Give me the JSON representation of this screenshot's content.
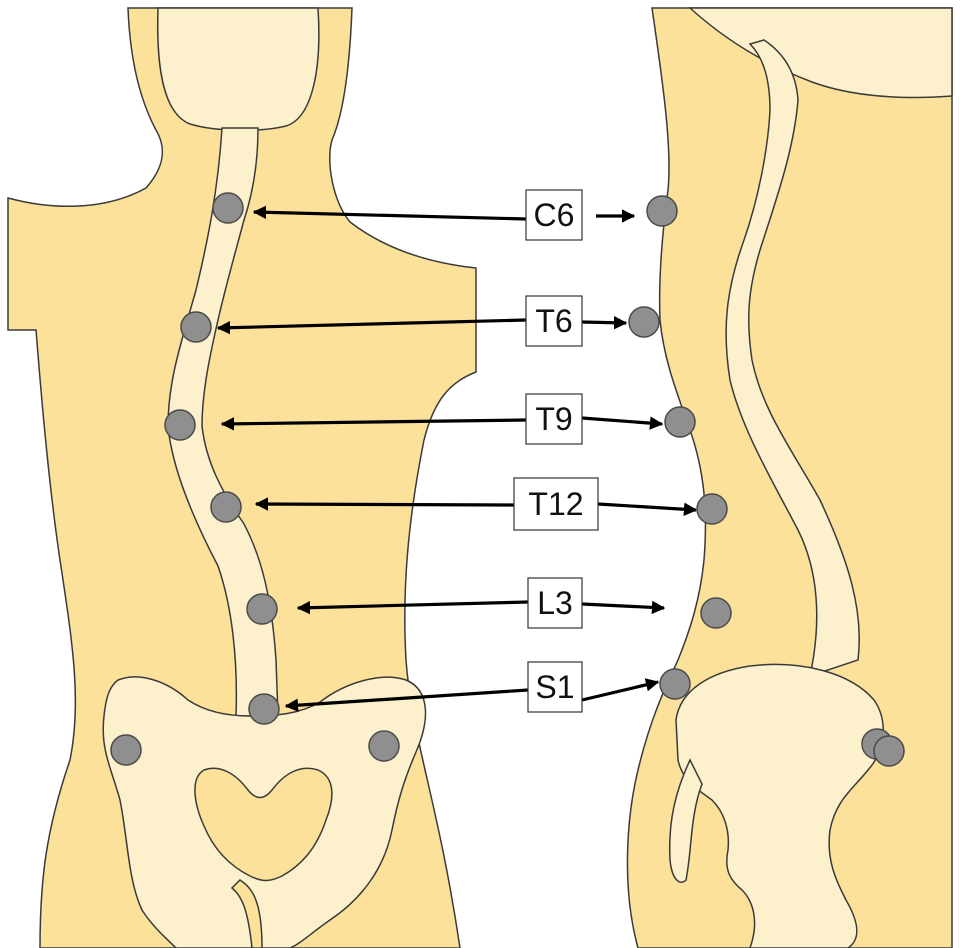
{
  "diagram": {
    "colors": {
      "body": "#FCE19A",
      "bone": "#FDF0CC",
      "marker": "#8F8F8F",
      "arrow": "#000000"
    },
    "landmarks": [
      {
        "id": "c6",
        "label": "C6"
      },
      {
        "id": "t6",
        "label": "T6"
      },
      {
        "id": "t9",
        "label": "T9"
      },
      {
        "id": "t12",
        "label": "T12"
      },
      {
        "id": "l3",
        "label": "L3"
      },
      {
        "id": "s1",
        "label": "S1"
      }
    ]
  }
}
